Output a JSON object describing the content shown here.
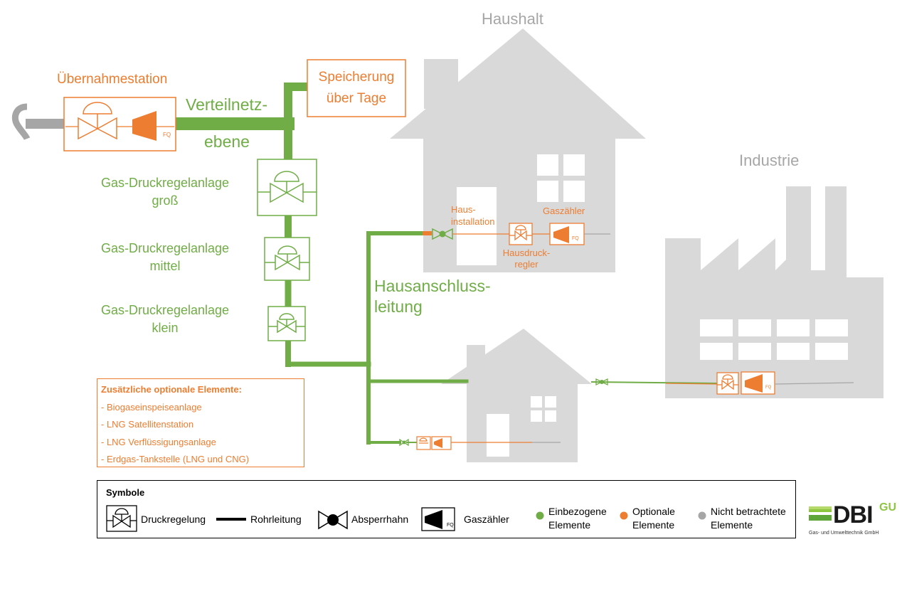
{
  "labels": {
    "haushalt": "Haushalt",
    "industrie": "Industrie",
    "uebernahmestation": "Übernahmestation",
    "speicherung_1": "Speicherung",
    "speicherung_2": "über Tage",
    "verteilnetz_1": "Verteilnetz-",
    "verteilnetz_2": "ebene",
    "gdra_gross_1": "Gas-Druckregelanlage",
    "gdra_gross_2": "groß",
    "gdra_mittel_1": "Gas-Druckregelanlage",
    "gdra_mittel_2": "mittel",
    "gdra_klein_1": "Gas-Druckregelanlage",
    "gdra_klein_2": "klein",
    "hausanschluss_1": "Hausanschluss-",
    "hausanschluss_2": "leitung",
    "hausinstallation_1": "Haus-",
    "hausinstallation_2": "installation",
    "gaszaehler": "Gaszähler",
    "hausdruckregler_1": "Hausdruck-",
    "hausdruckregler_2": "regler",
    "fq": "FQ"
  },
  "optional_elements": {
    "title": "Zusätzliche optionale Elemente:",
    "items": [
      "- Biogaseinspeiseanlage",
      "- LNG Satellitenstation",
      "- LNG Verflüssigungsanlage",
      "- Erdgas-Tankstelle (LNG und CNG)"
    ]
  },
  "legend": {
    "title": "Symbole",
    "druckregelung": "Druckregelung",
    "rohrleitung": "Rohrleitung",
    "absperrhahn": "Absperrhahn",
    "gaszaehler": "Gaszähler",
    "einbezogen_1": "Einbezogene",
    "einbezogen_2": "Elemente",
    "optional_1": "Optionale",
    "optional_2": "Elemente",
    "nicht_1": "Nicht betrachtete",
    "nicht_2": "Elemente"
  },
  "logo": {
    "text": "DBI",
    "suffix": "GU",
    "subtitle": "Gas- und Umwelttechnik GmbH"
  },
  "colors": {
    "included": "#70AD47",
    "optional": "#ED7D31",
    "not_considered": "#A6A6A6",
    "building": "#D9D9D9"
  }
}
